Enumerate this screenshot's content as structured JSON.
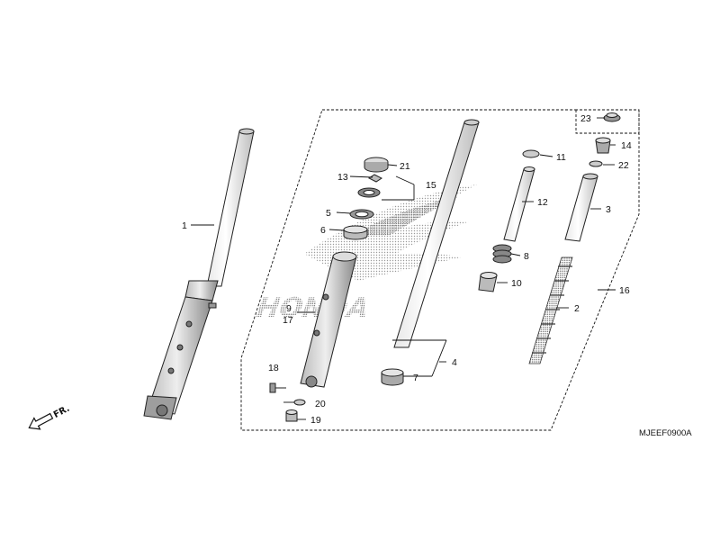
{
  "diagram": {
    "code": "MJEEF0900A",
    "direction": "FR.",
    "watermark": "HONDA",
    "parts": [
      {
        "id": "p1",
        "label": "1"
      },
      {
        "id": "p2",
        "label": "2"
      },
      {
        "id": "p3",
        "label": "3"
      },
      {
        "id": "p4",
        "label": "4"
      },
      {
        "id": "p5",
        "label": "5"
      },
      {
        "id": "p6",
        "label": "6"
      },
      {
        "id": "p7",
        "label": "7"
      },
      {
        "id": "p8",
        "label": "8"
      },
      {
        "id": "p9",
        "label": "9"
      },
      {
        "id": "p10",
        "label": "10"
      },
      {
        "id": "p11",
        "label": "11"
      },
      {
        "id": "p12",
        "label": "12"
      },
      {
        "id": "p13",
        "label": "13"
      },
      {
        "id": "p14",
        "label": "14"
      },
      {
        "id": "p15",
        "label": "15"
      },
      {
        "id": "p16",
        "label": "16"
      },
      {
        "id": "p17",
        "label": "17"
      },
      {
        "id": "p18",
        "label": "18"
      },
      {
        "id": "p19",
        "label": "19"
      },
      {
        "id": "p20",
        "label": "20"
      },
      {
        "id": "p21",
        "label": "21"
      },
      {
        "id": "p22",
        "label": "22"
      },
      {
        "id": "p23",
        "label": "23"
      }
    ]
  }
}
